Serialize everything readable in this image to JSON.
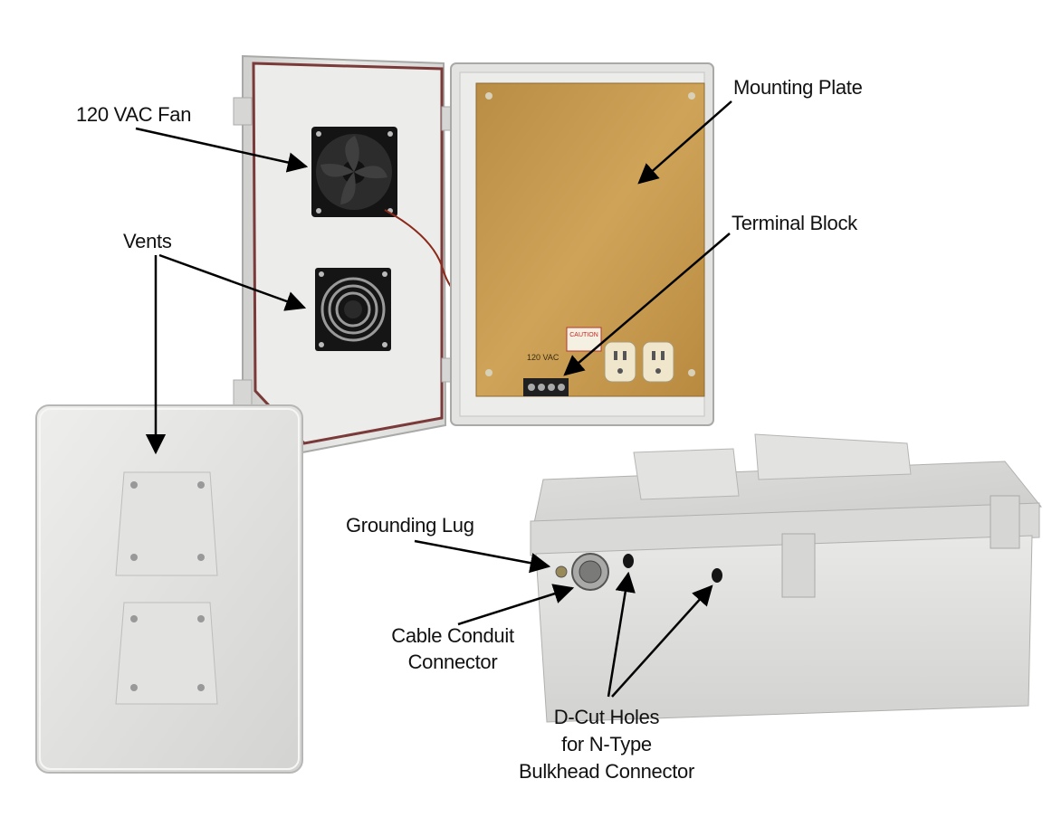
{
  "labels": {
    "fan": "120 VAC Fan",
    "vents": "Vents",
    "mounting_plate": "Mounting Plate",
    "terminal_block": "Terminal Block",
    "grounding_lug": "Grounding Lug",
    "cable_conduit_line1": "Cable Conduit",
    "cable_conduit_line2": "Connector",
    "dcut_line1": "D-Cut Holes",
    "dcut_line2": "for N-Type",
    "dcut_line3": "Bulkhead Connector"
  },
  "device_text": {
    "caution": "CAUTION",
    "voltage": "120 VAC"
  },
  "colors": {
    "enclosure": "#e6e6e4",
    "mounting_plate": "#c8a054",
    "fan": "#1a1a1a",
    "arrow": "#000000"
  }
}
